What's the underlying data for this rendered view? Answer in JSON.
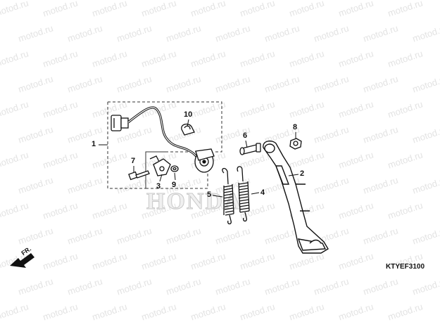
{
  "watermark": {
    "text": "motod.ru"
  },
  "brand": {
    "text": "HONDA"
  },
  "diagram_code": "KTYEF3100",
  "front_marker": {
    "label": "FR.",
    "icon": "front-arrow-icon"
  },
  "callouts": [
    {
      "id": "1",
      "part": "side-stand-switch-assembly"
    },
    {
      "id": "2",
      "part": "side-stand"
    },
    {
      "id": "3",
      "part": "switch-bracket"
    },
    {
      "id": "4",
      "part": "outer-spring"
    },
    {
      "id": "5",
      "part": "inner-spring"
    },
    {
      "id": "6",
      "part": "pivot-bolt"
    },
    {
      "id": "7",
      "part": "bolt"
    },
    {
      "id": "8",
      "part": "nut"
    },
    {
      "id": "9",
      "part": "washer"
    },
    {
      "id": "10",
      "part": "wire-clamp"
    }
  ]
}
